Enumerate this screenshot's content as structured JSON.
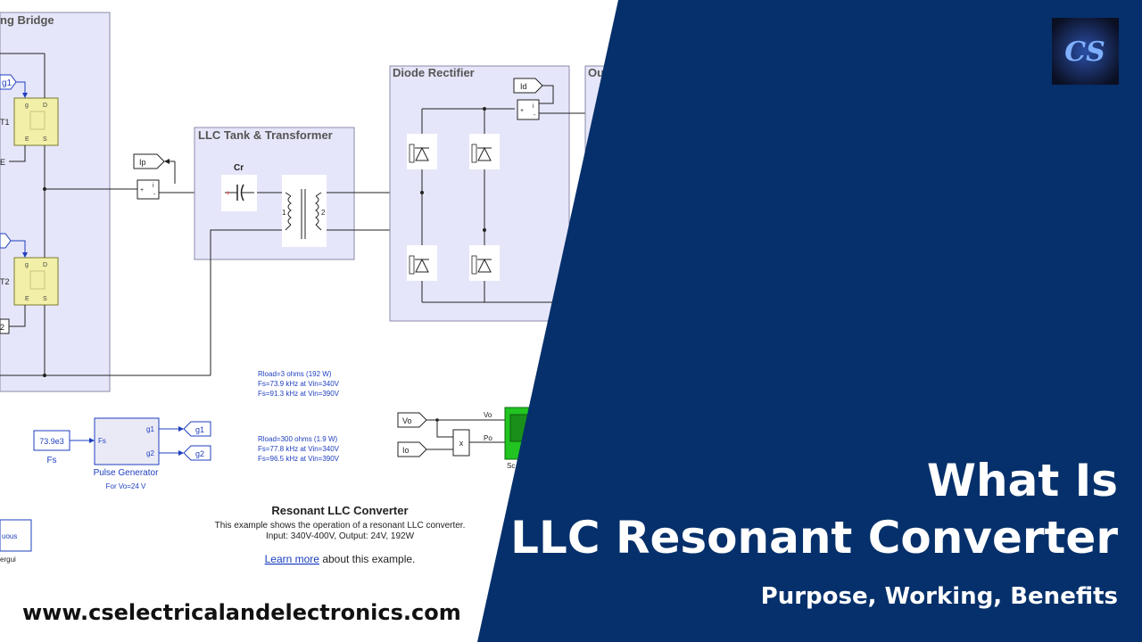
{
  "subsystems": {
    "bridge_title": "ng Bridge",
    "llc_title": "LLC Tank & Transformer",
    "rectifier_title": "Diode Rectifier",
    "output_title": "Ou"
  },
  "bridge": {
    "g1_tag": "g1",
    "g2_tag": "2",
    "t1_label": "T1",
    "t2_label": "T2",
    "pin_g": "g",
    "pin_d": "D",
    "pin_e": "E",
    "pin_s": "S",
    "e_tag": "E"
  },
  "tank": {
    "cr_label": "Cr",
    "winding_1": "1",
    "winding_2": "2",
    "ip_tag": "Ip",
    "meter_plus": "+",
    "meter_i": "i",
    "meter_minus": "-"
  },
  "rectifier": {
    "id_tag": "Id",
    "meter_plus": "+",
    "meter_i": "i",
    "meter_minus": "-"
  },
  "notes": {
    "rload3": [
      "Rload=3 ohms (192 W)",
      "Fs=73.9 kHz at Vin=340V",
      "Fs=91.3 kHz at Vin=390V"
    ],
    "rload300": [
      "Rload=300 ohms (1.9 W)",
      "Fs=77.8 kHz at Vin=340V",
      "Fs=96.5 kHz at Vin=390V"
    ]
  },
  "generator": {
    "fs_value": "73.9e3",
    "fs_label": "Fs",
    "port_fs": "Fs",
    "port_g1": "g1",
    "port_g2": "g2",
    "block_name": "Pulse Generator",
    "note": "For Vo=24 V",
    "out_g1": "g1",
    "out_g2": "g2"
  },
  "scope": {
    "vo_tag": "Vo",
    "io_tag": "Io",
    "mult": "x",
    "line_vo": "Vo",
    "line_po": "Po",
    "scope_label": "Sc"
  },
  "powergui": {
    "mode": "uous",
    "name": "ergui"
  },
  "example": {
    "title": "Resonant LLC Converter",
    "desc": "This example shows the operation of a resonant LLC converter.",
    "spec": "Input: 340V-400V, Output: 24V, 192W",
    "link": "Learn more",
    "after_link": " about this example."
  },
  "logo": {
    "text": "CS"
  },
  "headline": {
    "line1": "What Is",
    "line2": "LLC Resonant Converter",
    "subtitle": "Purpose, Working, Benefits"
  },
  "website": "www.cselectricalandelectronics.com",
  "colors": {
    "navy": "#05306b",
    "subsystem_fill": "#e6e6fa",
    "igbt_fill": "#f2f0a8",
    "scope_green": "#21c421",
    "link_blue": "#1a3fbf"
  }
}
